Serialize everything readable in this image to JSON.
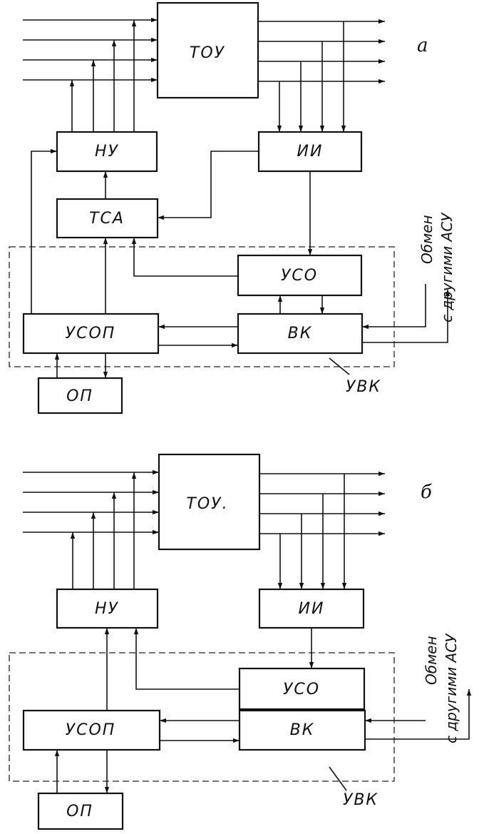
{
  "panel_a": {
    "letter": "a",
    "blocks": {
      "tou": "ТОУ",
      "nu": "НУ",
      "ii": "ИИ",
      "tsa": "ТСА",
      "uso": "УСО",
      "usop": "УСОП",
      "vk": "ВК",
      "op": "ОП"
    },
    "uvk_label": "УВК",
    "exchange_line1": "Обмен",
    "exchange_line2": "с другими АСУ"
  },
  "panel_b": {
    "letter": "б",
    "blocks": {
      "tou": "ТОУ.",
      "nu": "НУ",
      "ii": "ИИ",
      "uso": "УСО",
      "usop": "УСОП",
      "vk": "ВК",
      "op": "ОП"
    },
    "uvk_label": "УВК",
    "exchange_line1": "Обмен",
    "exchange_line2": "с другими АСУ"
  }
}
